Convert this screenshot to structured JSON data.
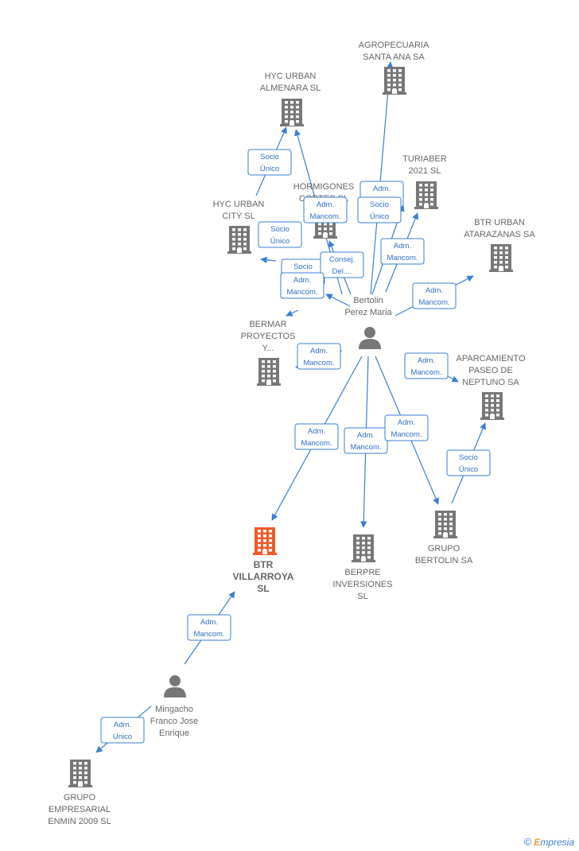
{
  "colors": {
    "building": "#777777",
    "building_focus": "#f05a28",
    "person": "#777777",
    "edge": "#3a7fd1",
    "edge_text": "#2f6fc4"
  },
  "nodes": [
    {
      "id": "agropecuaria",
      "type": "company",
      "lines": [
        "AGROPECUARIA",
        "SANTA ANA SA"
      ],
      "icon": "building-icon"
    },
    {
      "id": "hyc_almenara",
      "type": "company",
      "lines": [
        "HYC URBAN",
        "ALMENARA  SL"
      ],
      "icon": "building-icon"
    },
    {
      "id": "turiaber",
      "type": "company",
      "lines": [
        "TURIABER",
        "2021  SL"
      ],
      "icon": "building-icon"
    },
    {
      "id": "hormigones",
      "type": "company",
      "lines": [
        "HORMIGONES",
        "CORTES SL"
      ],
      "icon": "building-icon"
    },
    {
      "id": "hyc_city",
      "type": "company",
      "lines": [
        "HYC URBAN",
        "CITY  SL"
      ],
      "icon": "building-icon"
    },
    {
      "id": "btr_atarazanas",
      "type": "company",
      "lines": [
        "BTR URBAN",
        "ATARAZANAS SA"
      ],
      "icon": "building-icon"
    },
    {
      "id": "bertolin",
      "type": "person",
      "lines": [
        "Bertolin",
        "Perez Maria"
      ],
      "icon": "person-icon"
    },
    {
      "id": "bermar",
      "type": "company",
      "lines": [
        "BERMAR",
        "PROYECTOS",
        "Y..."
      ],
      "icon": "building-icon"
    },
    {
      "id": "aparcamiento",
      "type": "company",
      "lines": [
        "APARCAMIENTO",
        "PASEO DE",
        "NEPTUNO SA"
      ],
      "icon": "building-icon"
    },
    {
      "id": "btr_villarroya",
      "type": "company_focus",
      "lines": [
        "BTR",
        "VILLARROYA",
        "SL"
      ],
      "icon": "building-icon"
    },
    {
      "id": "berpre",
      "type": "company",
      "lines": [
        "BERPRE",
        "INVERSIONES",
        "SL"
      ],
      "icon": "building-icon"
    },
    {
      "id": "grupo_bertolin",
      "type": "company",
      "lines": [
        "GRUPO",
        "BERTOLIN SA"
      ],
      "icon": "building-icon"
    },
    {
      "id": "mingacho",
      "type": "person",
      "lines": [
        "Mingacho",
        "Franco Jose",
        "Enrique"
      ],
      "icon": "person-icon"
    },
    {
      "id": "grupo_enmin",
      "type": "company",
      "lines": [
        "GRUPO",
        "EMPRESARIAL",
        "ENMIN 2009 SL"
      ],
      "icon": "building-icon"
    }
  ],
  "edges": [
    {
      "label": [
        "Socio",
        "Único"
      ]
    },
    {
      "label": [
        "Adm.",
        "Mancom."
      ]
    },
    {
      "label": [
        "Adm.",
        "Mancom."
      ]
    },
    {
      "label": [
        "Socio",
        "Único"
      ]
    },
    {
      "label": [
        "Socio",
        "Único"
      ]
    },
    {
      "label": [
        "Socio",
        "Único"
      ]
    },
    {
      "label": [
        "Consej.",
        "Del...."
      ]
    },
    {
      "label": [
        "Adm.",
        "Mancom."
      ]
    },
    {
      "label": [
        "Adm.",
        "Mancom."
      ]
    },
    {
      "label": [
        "Adm.",
        "Mancom."
      ]
    },
    {
      "label": [
        "Adm.",
        "Mancom."
      ]
    },
    {
      "label": [
        "Adm.",
        "Mancom."
      ]
    },
    {
      "label": [
        "Adm.",
        "Mancom."
      ]
    },
    {
      "label": [
        "Adm.",
        "Mancom."
      ]
    },
    {
      "label": [
        "Adm.",
        "Mancom."
      ]
    },
    {
      "label": [
        "Adm.",
        "Mancom."
      ]
    },
    {
      "label": [
        "Socio",
        "Único"
      ]
    },
    {
      "label": [
        "Adm.",
        "Mancom."
      ]
    },
    {
      "label": [
        "Adm.",
        "Unico"
      ]
    }
  ],
  "footer": {
    "copyright": "©",
    "brand_initial": "E",
    "brand_rest": "mpresia"
  }
}
